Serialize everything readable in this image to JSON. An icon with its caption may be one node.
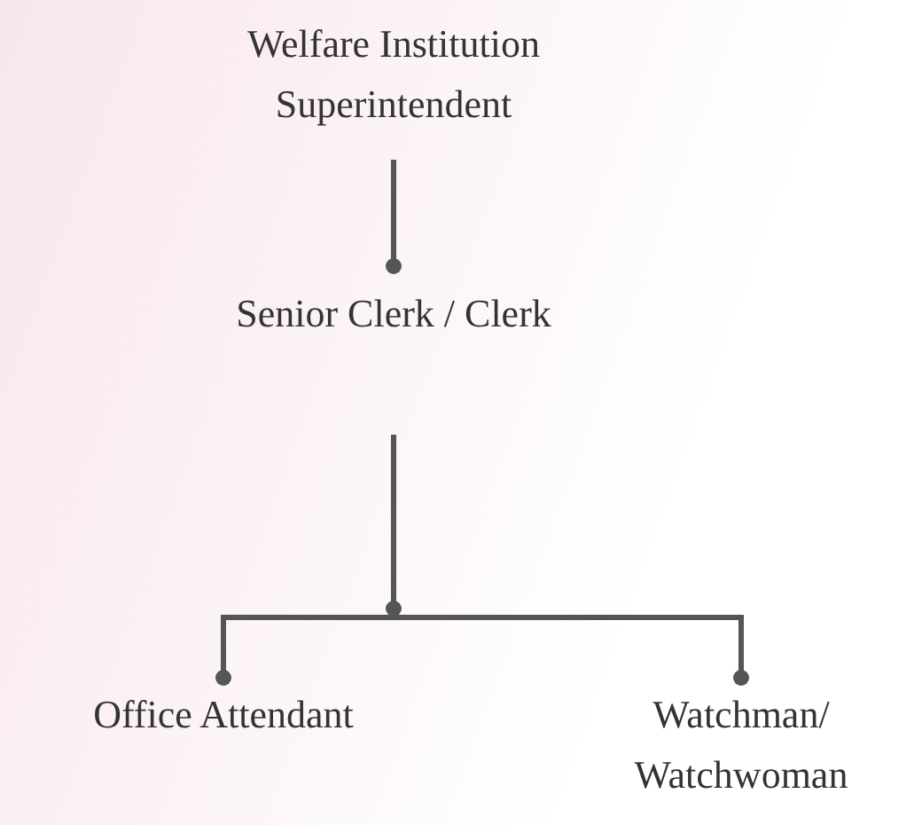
{
  "diagram": {
    "nodes": [
      {
        "text": [
          "Welfare Institution Superintendent"
        ]
      },
      {
        "text": [
          "Senior Clerk / Clerk"
        ]
      },
      {
        "text": [
          "Office Attendant"
        ]
      },
      {
        "text": [
          "Watchman/ Watchwoman"
        ]
      }
    ],
    "edges": [
      {
        "from": 0,
        "to": 1,
        "arrow": "other"
      },
      {
        "from": 1,
        "to": 2,
        "arrow": "other"
      },
      {
        "from": 1,
        "to": 3,
        "arrow": "other"
      }
    ]
  }
}
